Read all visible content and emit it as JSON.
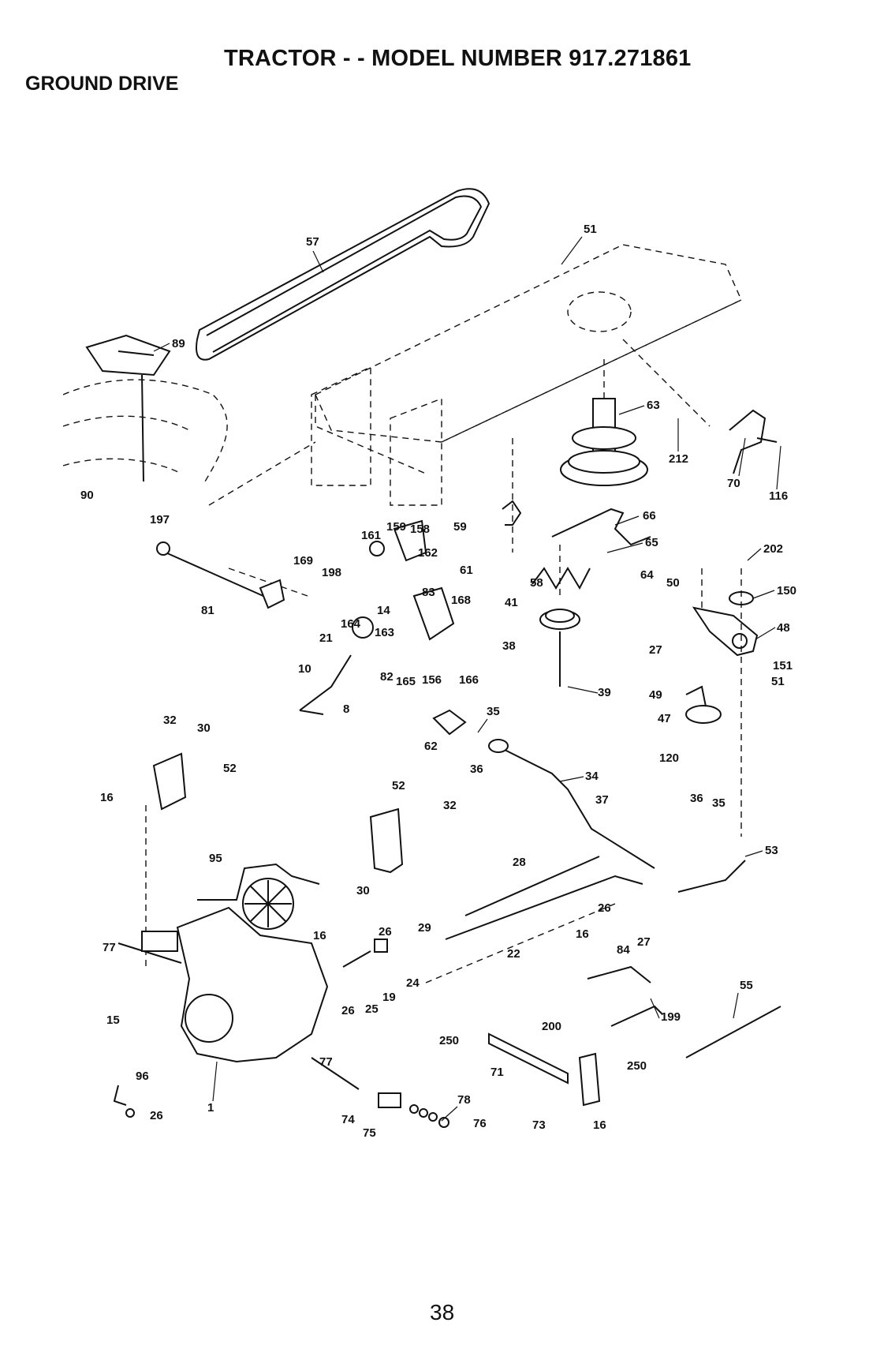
{
  "header": {
    "title": "TRACTOR - - MODEL NUMBER 917.271861",
    "section": "GROUND DRIVE"
  },
  "page_number": "38",
  "callouts": [
    {
      "label": "57"
    },
    {
      "label": "51"
    },
    {
      "label": "89"
    },
    {
      "label": "63"
    },
    {
      "label": "212"
    },
    {
      "label": "70"
    },
    {
      "label": "116"
    },
    {
      "label": "90"
    },
    {
      "label": "197"
    },
    {
      "label": "161"
    },
    {
      "label": "159"
    },
    {
      "label": "158"
    },
    {
      "label": "59"
    },
    {
      "label": "66"
    },
    {
      "label": "65"
    },
    {
      "label": "202"
    },
    {
      "label": "169"
    },
    {
      "label": "198"
    },
    {
      "label": "162"
    },
    {
      "label": "61"
    },
    {
      "label": "64"
    },
    {
      "label": "50"
    },
    {
      "label": "150"
    },
    {
      "label": "81"
    },
    {
      "label": "14"
    },
    {
      "label": "83"
    },
    {
      "label": "58"
    },
    {
      "label": "41"
    },
    {
      "label": "48"
    },
    {
      "label": "164"
    },
    {
      "label": "163"
    },
    {
      "label": "168"
    },
    {
      "label": "21"
    },
    {
      "label": "38"
    },
    {
      "label": "27"
    },
    {
      "label": "151"
    },
    {
      "label": "51"
    },
    {
      "label": "10"
    },
    {
      "label": "82"
    },
    {
      "label": "165"
    },
    {
      "label": "156"
    },
    {
      "label": "166"
    },
    {
      "label": "39"
    },
    {
      "label": "49"
    },
    {
      "label": "8"
    },
    {
      "label": "47"
    },
    {
      "label": "32"
    },
    {
      "label": "30"
    },
    {
      "label": "35"
    },
    {
      "label": "62"
    },
    {
      "label": "36"
    },
    {
      "label": "120"
    },
    {
      "label": "52"
    },
    {
      "label": "16"
    },
    {
      "label": "34"
    },
    {
      "label": "52"
    },
    {
      "label": "37"
    },
    {
      "label": "32"
    },
    {
      "label": "36"
    },
    {
      "label": "35"
    },
    {
      "label": "53"
    },
    {
      "label": "95"
    },
    {
      "label": "28"
    },
    {
      "label": "30"
    },
    {
      "label": "26"
    },
    {
      "label": "29"
    },
    {
      "label": "16"
    },
    {
      "label": "26"
    },
    {
      "label": "16"
    },
    {
      "label": "27"
    },
    {
      "label": "77"
    },
    {
      "label": "84"
    },
    {
      "label": "22"
    },
    {
      "label": "24"
    },
    {
      "label": "55"
    },
    {
      "label": "19"
    },
    {
      "label": "26"
    },
    {
      "label": "25"
    },
    {
      "label": "15"
    },
    {
      "label": "199"
    },
    {
      "label": "200"
    },
    {
      "label": "250"
    },
    {
      "label": "77"
    },
    {
      "label": "71"
    },
    {
      "label": "250"
    },
    {
      "label": "96"
    },
    {
      "label": "78"
    },
    {
      "label": "26"
    },
    {
      "label": "1"
    },
    {
      "label": "74"
    },
    {
      "label": "75"
    },
    {
      "label": "76"
    },
    {
      "label": "73"
    },
    {
      "label": "16"
    }
  ]
}
